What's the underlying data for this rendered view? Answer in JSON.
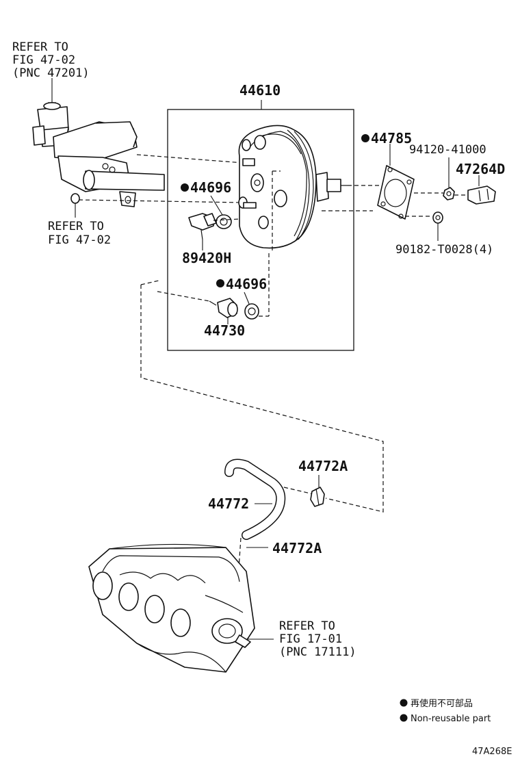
{
  "refs": {
    "top_left": [
      "REFER TO",
      "FIG 47-02",
      "(PNC 47201)"
    ],
    "mid_left": [
      "REFER TO",
      "FIG 47-02"
    ],
    "manifold": [
      "REFER TO",
      "FIG 17-01",
      "(PNC 17111)"
    ]
  },
  "parts": {
    "booster": "44610",
    "gasket": "44785",
    "gasket_nonreusable": true,
    "nut": "94120-41000",
    "clip": "47264D",
    "grommet_upper": "44696",
    "grommet_upper_nonreusable": true,
    "sensor": "89420H",
    "grommet_lower": "44696",
    "grommet_lower_nonreusable": true,
    "check_valve": "44730",
    "washer": "90182-T0028(4)",
    "hose": "44772",
    "hose_clamp_upper": "44772A",
    "hose_clamp_lower": "44772A"
  },
  "legend": {
    "jp": "再使用不可部品",
    "en": "Non-reusable part"
  },
  "figure_code": "47A268E"
}
